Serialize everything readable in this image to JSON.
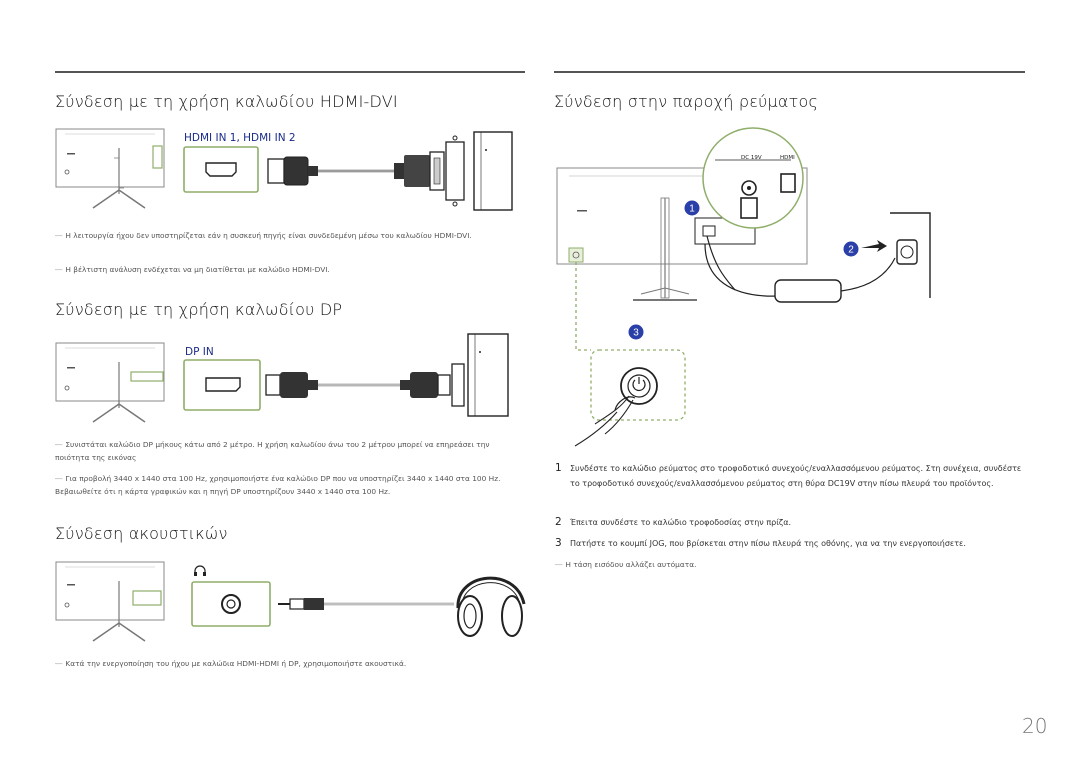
{
  "left": {
    "hdmi_dvi": {
      "title": "Σύνδεση με τη χρήση καλωδίου HDMI-DVI",
      "port_label": "HDMI IN 1, HDMI IN 2",
      "notes": [
        "Η λειτουργία ήχου δεν υποστηρίζεται εάν η συσκευή πηγής είναι συνδεδεμένη μέσω του καλωδίου HDMI-DVI.",
        "Η βέλτιστη ανάλυση ενδέχεται να μη διατίθεται με καλώδιο HDMI-DVI."
      ]
    },
    "dp": {
      "title": "Σύνδεση με τη χρήση καλωδίου DP",
      "port_label": "DP IN",
      "notes": [
        "Συνιστάται καλώδιο DP μήκους κάτω από 2 μέτρο. Η χρήση καλωδίου άνω του 2 μέτρου μπορεί να επηρεάσει την ποιότητα της εικόνας",
        "Για προβολή 3440 x 1440 στα 100 Hz, χρησιμοποιήστε ένα καλώδιο DP που να υποστηρίζει 3440 x 1440 στα 100 Hz. Βεβαιωθείτε ότι η κάρτα γραφικών και η πηγή DP υποστηρίζουν 3440 x 1440 στα 100 Hz."
      ]
    },
    "headphones": {
      "title": "Σύνδεση ακουστικών",
      "notes": [
        "Κατά την ενεργοποίηση του ήχου με καλώδια HDMI-HDMI ή DP, χρησιμοποιήστε ακουστικά."
      ]
    }
  },
  "right": {
    "power": {
      "title": "Σύνδεση στην παροχή ρεύματος",
      "callouts": [
        "1",
        "2",
        "3"
      ],
      "port_dc_label": "DC 19V",
      "port_hdmi_label": "HDMI",
      "steps": [
        {
          "num": "1",
          "text": "Συνδέστε το καλώδιο ρεύματος στο τροφοδοτικό συνεχούς/εναλλασσόμενου ρεύματος. Στη συνέχεια, συνδέστε το τροφοδοτικό συνεχούς/εναλλασσόμενου ρεύματος στη θύρα DC19V στην πίσω πλευρά του προϊόντος."
        },
        {
          "num": "2",
          "text": "Έπειτα συνδέστε το καλώδιο τροφοδοσίας στην πρίζα."
        },
        {
          "num": "3",
          "text": "Πατήστε το κουμπί JOG, που βρίσκεται στην πίσω πλευρά της οθόνης, για να την ενεργοποιήσετε."
        }
      ],
      "note": "Η τάση εισόδου αλλάζει αυτόματα."
    }
  },
  "page_number": "20",
  "colors": {
    "port_label": "#1a2a8a",
    "port_frame": "#8fae6a",
    "callout_fill": "#2a3fa8",
    "dash_line": "#8fae6a"
  }
}
